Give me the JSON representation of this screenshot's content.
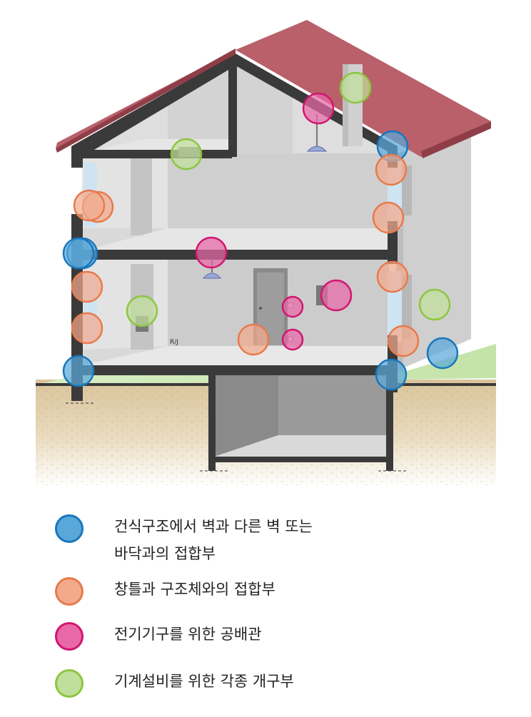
{
  "categories": [
    {
      "id": "junction",
      "label_line1": "건식구조에서 벽과 다른 벽 또는",
      "label_line2": "바닥과의 접합부",
      "fill": "#5aa7da",
      "stroke": "#1877bd"
    },
    {
      "id": "window",
      "label_line1": "창틀과 구조체와의 접합부",
      "fill": "#f2a98c",
      "stroke": "#e87a4c"
    },
    {
      "id": "electric",
      "label_line1": "전기기구를 위한 공배관",
      "fill": "#e868a8",
      "stroke": "#d2166f"
    },
    {
      "id": "mechanical",
      "label_line1": "기계설비를 위한 각종 개구부",
      "fill": "#c0df9a",
      "stroke": "#8cc63f"
    }
  ],
  "markers": [
    {
      "category": "junction"
    },
    {
      "category": "junction"
    },
    {
      "category": "junction"
    },
    {
      "category": "junction"
    },
    {
      "category": "junction"
    },
    {
      "category": "junction"
    },
    {
      "category": "window"
    },
    {
      "category": "window"
    },
    {
      "category": "window"
    },
    {
      "category": "window"
    },
    {
      "category": "window"
    },
    {
      "category": "window"
    },
    {
      "category": "window"
    },
    {
      "category": "window"
    },
    {
      "category": "window"
    },
    {
      "category": "electric"
    },
    {
      "category": "electric"
    },
    {
      "category": "electric"
    },
    {
      "category": "electric"
    },
    {
      "category": "electric"
    },
    {
      "category": "mechanical"
    },
    {
      "category": "mechanical"
    },
    {
      "category": "mechanical"
    },
    {
      "category": "mechanical"
    }
  ],
  "drawing": {
    "small_note": "R/J",
    "colors": {
      "roof": "#b9606a",
      "roof_edge": "#8f3e48",
      "wall_outside": "#d6d6d6",
      "wall_inside": "#cfcfcf",
      "floor_top": "#e2e2e2",
      "structure": "#3a3a3a",
      "ground": "#d9c39a",
      "grass": "#c4e3a8",
      "window_glass": "#cfe4f3"
    }
  }
}
